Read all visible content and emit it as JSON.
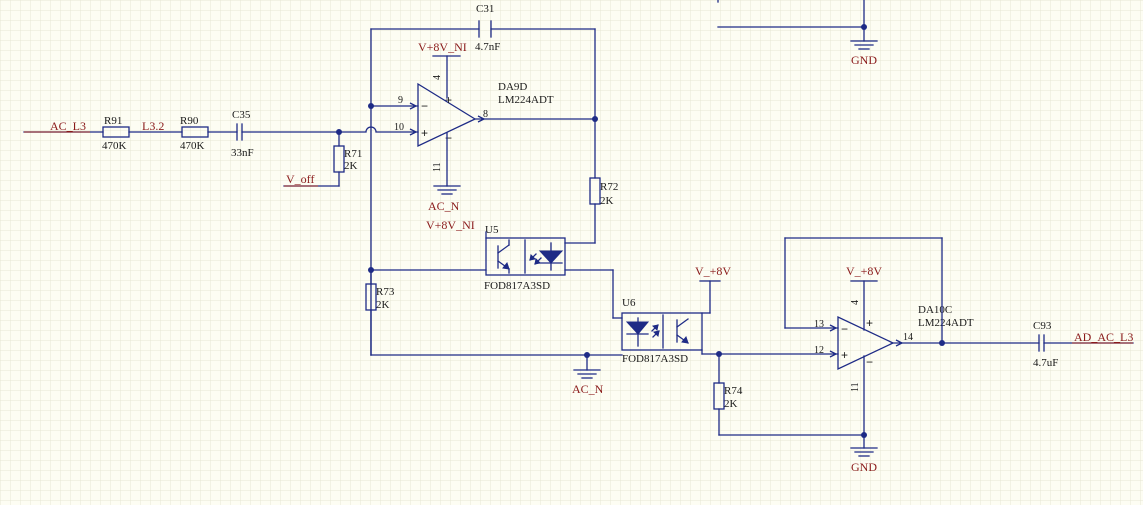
{
  "colors": {
    "background": "#fdfdf3",
    "grid": "#e6e6d4",
    "wire": "#1e2b86",
    "net_label": "#8a1a1a",
    "text": "#1a1a1a"
  },
  "nets": {
    "ac_l3": "AC_L3",
    "l3_2": "L3.2",
    "v_off": "V_off",
    "v8_ni_top": "V+8V_NI",
    "v8_ni_u5": "V+8V_NI",
    "ac_n_top": "AC_N",
    "ac_n_bottom": "AC_N",
    "v8_u6": "V_+8V",
    "v8_da10": "V_+8V",
    "gnd_top": "GND",
    "gnd_bottom": "GND",
    "ad_ac_l3": "AD_AC_L3"
  },
  "components": {
    "r91": {
      "ref": "R91",
      "value": "470K"
    },
    "r90": {
      "ref": "R90",
      "value": "470K"
    },
    "c35": {
      "ref": "C35",
      "value": "33nF"
    },
    "r71": {
      "ref": "R71",
      "value": "2K"
    },
    "c31": {
      "ref": "C31",
      "value": "4.7nF"
    },
    "da9d": {
      "ref": "DA9D",
      "part": "LM224ADT"
    },
    "r72": {
      "ref": "R72",
      "value": "2K"
    },
    "u5": {
      "ref": "U5",
      "part": "FOD817A3SD"
    },
    "r73": {
      "ref": "R73",
      "value": "2K"
    },
    "u6": {
      "ref": "U6",
      "part": "FOD817A3SD"
    },
    "r74": {
      "ref": "R74",
      "value": "2K"
    },
    "da10c": {
      "ref": "DA10C",
      "part": "LM224ADT"
    },
    "c93": {
      "ref": "C93",
      "value": "4.7uF"
    }
  },
  "pins": {
    "da9d": {
      "inv": "9",
      "noninv": "10",
      "out": "8",
      "vcc": "4",
      "gnd": "11"
    },
    "da10c": {
      "inv": "13",
      "noninv": "12",
      "out": "14",
      "vcc": "4",
      "gnd": "11"
    }
  },
  "signs": {
    "minus": "−",
    "plus": "+"
  }
}
